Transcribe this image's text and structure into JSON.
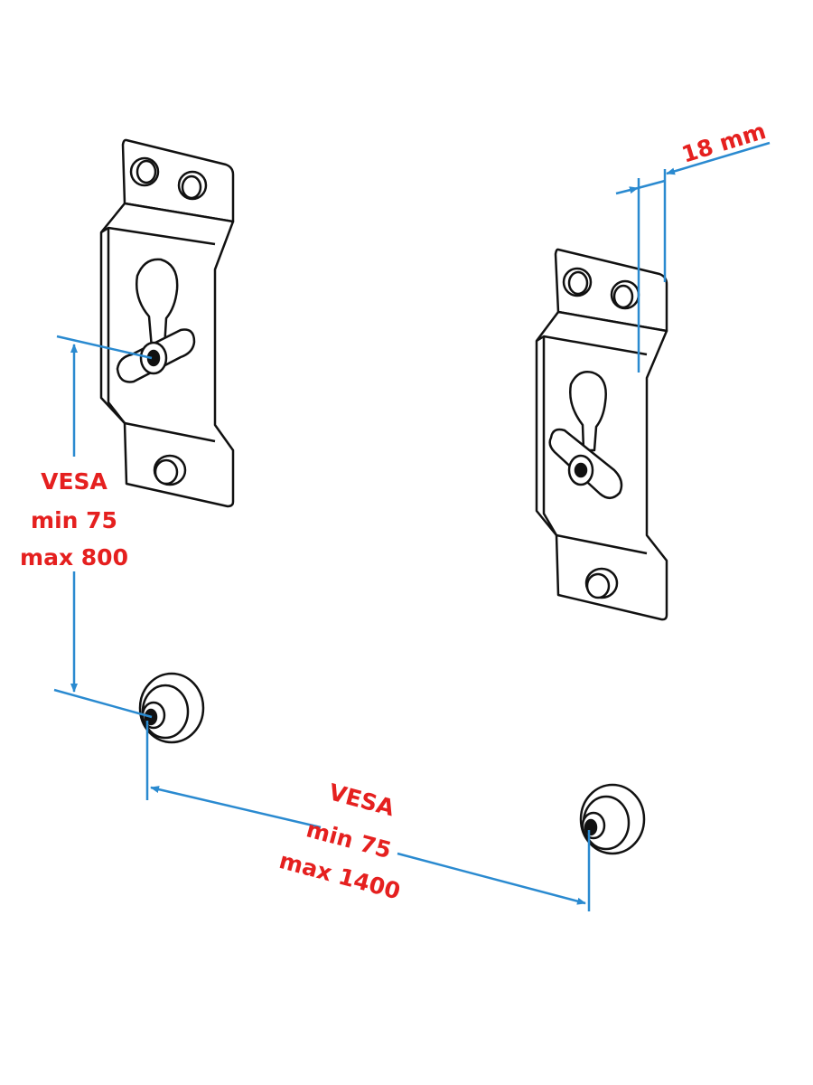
{
  "dimensions": {
    "top_offset": "18 mm",
    "vertical": {
      "standard": "VESA",
      "min": "min 75",
      "max": "max 800"
    },
    "horizontal": {
      "standard": "VESA",
      "min": "min 75",
      "max": "max 1400"
    }
  },
  "colors": {
    "dimension_line": "#2a8ad0",
    "dimension_text": "#e5201f",
    "drawing_stroke": "#111111",
    "background": "#ffffff"
  }
}
